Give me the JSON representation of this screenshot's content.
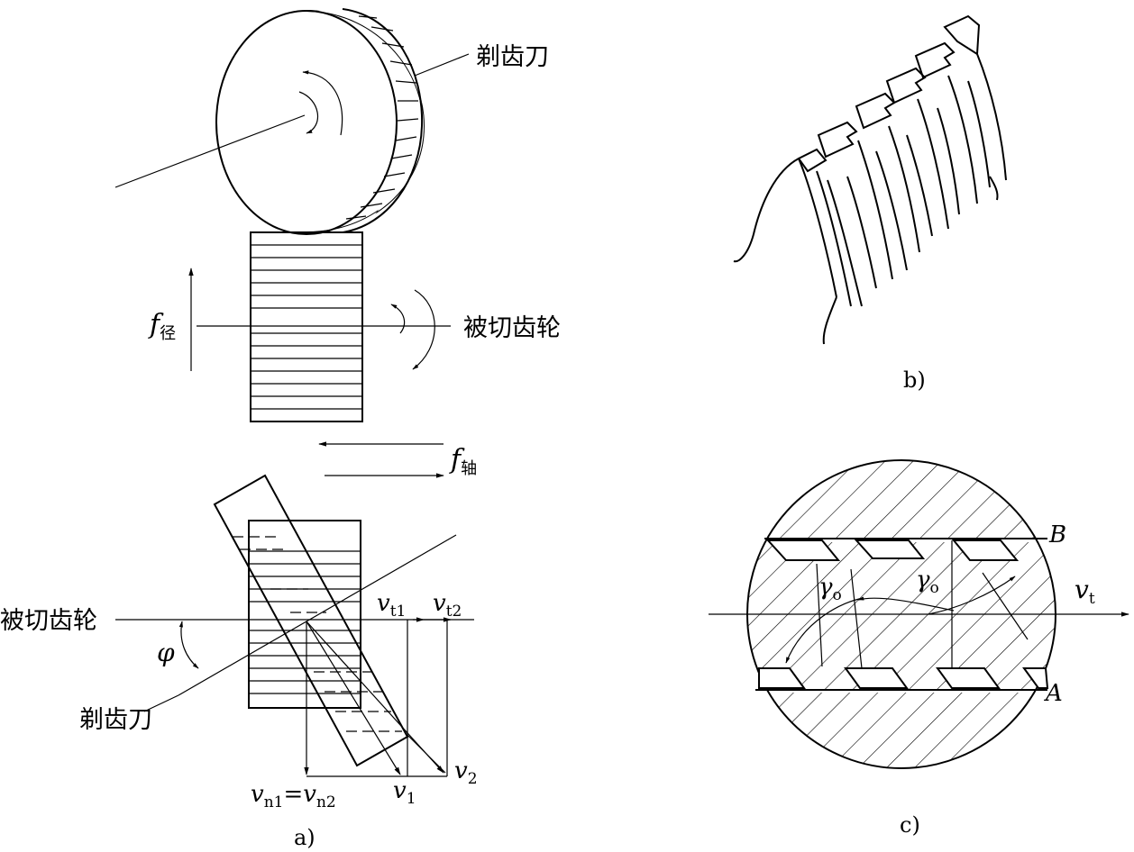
{
  "panel_a": {
    "shaving_cutter_label_top": "剃齿刀",
    "workpiece_label_top": "被切齿轮",
    "f_radial": {
      "symbol": "f",
      "subscript": "径"
    },
    "f_axial": {
      "symbol": "f",
      "subscript": "轴"
    },
    "workpiece_label_bottom": "被切齿轮",
    "shaving_cutter_label_bottom": "剃齿刀",
    "angle_phi": "φ",
    "vt1": {
      "symbol": "v",
      "subscript": "t1"
    },
    "vt2": {
      "symbol": "v",
      "subscript": "t2"
    },
    "v1": {
      "symbol": "v",
      "subscript": "1"
    },
    "v2": {
      "symbol": "v",
      "subscript": "2"
    },
    "vn_equal": {
      "left_sym": "v",
      "left_sub": "n1",
      "eq": "=",
      "right_sym": "v",
      "right_sub": "n2"
    },
    "caption": "a)"
  },
  "panel_b": {
    "caption": "b)"
  },
  "panel_c": {
    "point_B": "B",
    "point_A": "A",
    "vt": {
      "symbol": "v",
      "subscript": "t"
    },
    "gamma1": {
      "symbol": "γ",
      "subscript": "o"
    },
    "gamma2": {
      "symbol": "γ",
      "subscript": "o"
    },
    "caption": "c)"
  }
}
